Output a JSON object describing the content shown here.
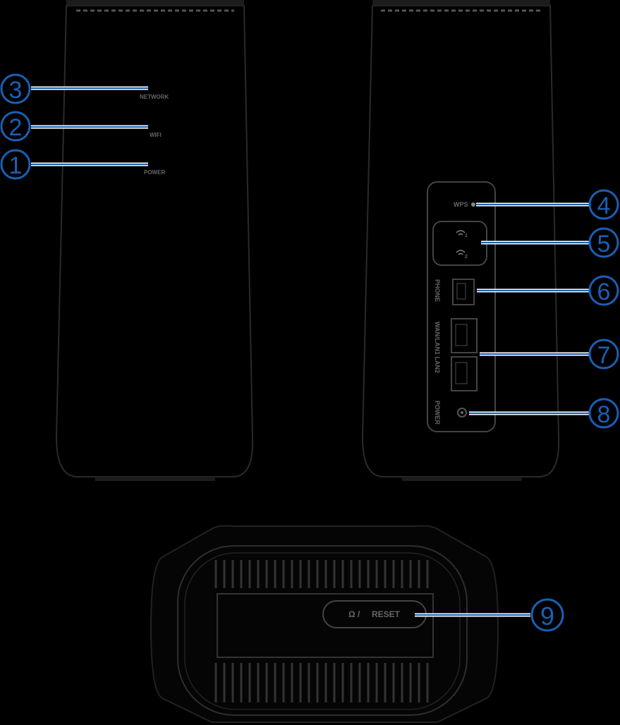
{
  "front_leds": [
    {
      "number": "3",
      "label": "NETWORK"
    },
    {
      "number": "2",
      "label": "WIFI"
    },
    {
      "number": "1",
      "label": "POWER"
    }
  ],
  "back_ports": [
    {
      "number": "4",
      "label": "WPS"
    },
    {
      "number": "5",
      "label": "WiFi 1 / WiFi 2",
      "wifi1": "1",
      "wifi2": "2"
    },
    {
      "number": "6",
      "label": "PHONE"
    },
    {
      "number": "7",
      "label": "WAN/LAN1 LAN2"
    },
    {
      "number": "8",
      "label": "POWER"
    }
  ],
  "bottom": {
    "number": "9",
    "label": "RESET"
  },
  "colors": {
    "callout": "#1a5fb4",
    "outline": "#2a2a2a",
    "text": "#666666"
  }
}
